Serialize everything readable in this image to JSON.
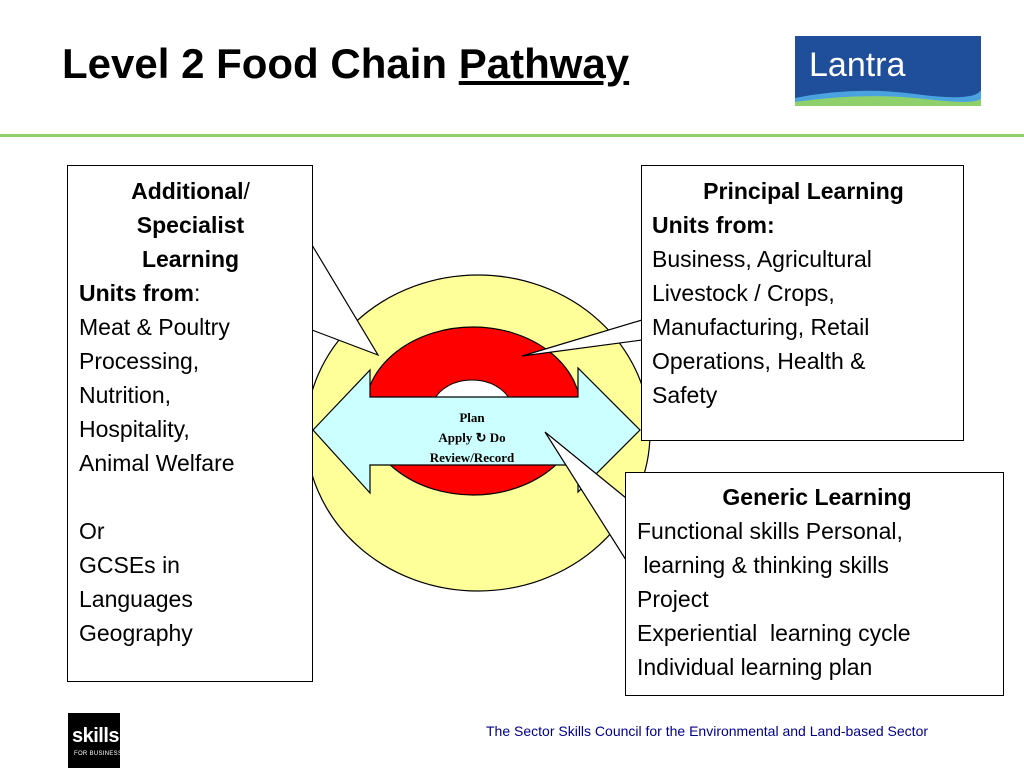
{
  "title": {
    "main": "Level 2 Food Chain ",
    "underlined": "Pathway"
  },
  "logo": {
    "text": "Lantra"
  },
  "left_box": {
    "heading_1": "Additional",
    "heading_slash": "/",
    "heading_2": "Specialist",
    "heading_3": "Learning",
    "units_label": "Units from",
    "units_colon": ":",
    "lines": [
      "Meat & Poultry",
      "Processing,",
      "Nutrition,",
      "Hospitality,",
      "Animal Welfare"
    ],
    "or": "Or",
    "alt_lines": [
      "GCSEs in",
      "Languages",
      "Geography"
    ]
  },
  "right_box": {
    "heading": "Principal Learning",
    "units_label": "Units from:",
    "lines": [
      "Business, Agricultural",
      "Livestock / Crops,",
      "Manufacturing, Retail",
      "Operations, Health &",
      "Safety"
    ]
  },
  "bottom_box": {
    "heading": "Generic Learning",
    "lines": [
      "Functional skills Personal,",
      " learning & thinking skills",
      "Project",
      "Experiential  learning cycle",
      "Individual learning plan"
    ]
  },
  "cycle": {
    "line1": "Plan",
    "apply": "Apply",
    "arrow": "↻",
    "do": "Do",
    "line3": "Review/Record"
  },
  "footer": {
    "logo_text": "skills",
    "logo_sub": "FOR BUSINESS",
    "text": "The Sector Skills Council for the Environmental and Land-based Sector"
  },
  "colors": {
    "yellow_ring": "#ffff99",
    "red_ring": "#ff0000",
    "arrow_fill": "#ccffff",
    "divider": "#8fd06a",
    "logo_bg": "#1f4e9a",
    "footer_text": "#00008b"
  }
}
